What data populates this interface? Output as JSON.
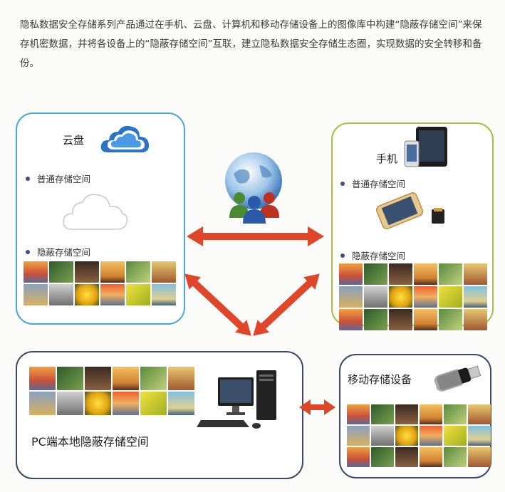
{
  "intro_text": "隐私数据安全存储系列产品通过在手机、云盘、计算机和移动存储设备上的图像库中构建“隐蔽存储空间”来保存机密数据，并将各设备上的“隐蔽存储空间”互联，建立隐私数据安全存储生态圈，实现数据的安全转移和备份。",
  "cloud_box": {
    "title": "云盘",
    "normal_label": "普通存储空间",
    "hidden_label": "隐蔽存储空间"
  },
  "phone_box": {
    "title": "手机",
    "normal_label": "普通存储空间",
    "hidden_label": "隐蔽存储空间"
  },
  "pc_box": {
    "title": "PC端本地隐蔽存储空间"
  },
  "usb_box": {
    "title": "移动存储设备"
  },
  "colors": {
    "cloud_border": "#4aa8d8",
    "phone_border": "#a8c040",
    "device_border": "#3b4a6a",
    "arrow": "#e0462a",
    "bullet": "#3a4c8c"
  },
  "icons": [
    "cloud-service-icon",
    "white-cloud-icon",
    "globe-users-icon",
    "phone-tablet-icon",
    "smartphone-icon",
    "desktop-pc-icon",
    "usb-drive-icon",
    "arrow-icon"
  ]
}
